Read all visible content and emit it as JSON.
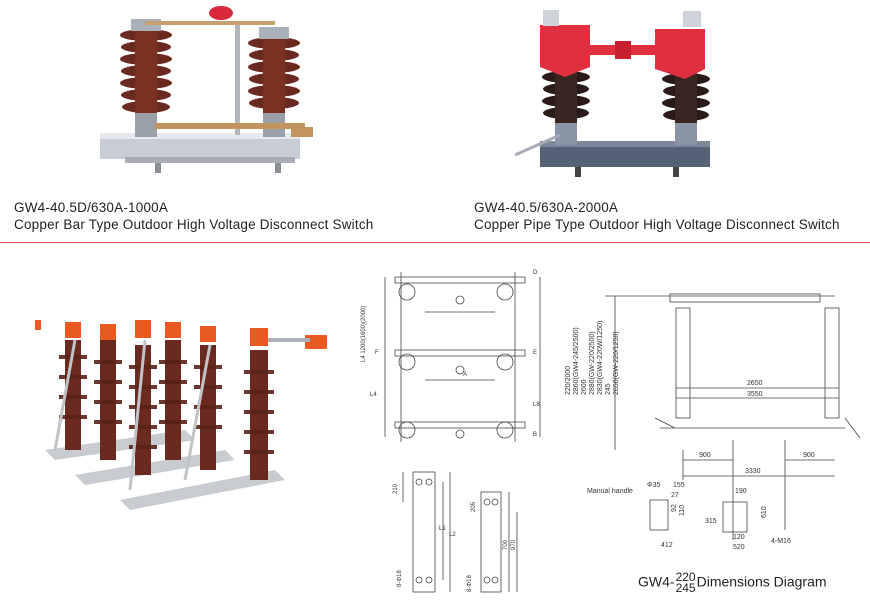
{
  "products": [
    {
      "model": "GW4-40.5D/630A-1000A",
      "description": "Copper Bar Type Outdoor High Voltage Disconnect Switch"
    },
    {
      "model": "GW4-40.5/630A-2000A",
      "description": "Copper Pipe Type Outdoor High Voltage Disconnect Switch"
    }
  ],
  "dimensions": {
    "prefix": "GW4-",
    "num_top": "220",
    "num_bottom": "245",
    "suffix": "Dimensions Diagram",
    "labels": {
      "d2650": "2650",
      "d3550": "3550",
      "d900a": "900",
      "d900b": "900",
      "d3330": "3330",
      "manual": "Manual handle",
      "phi35": "Φ35",
      "d155": "155",
      "d27": "27",
      "d110": "110",
      "d92": "92",
      "d412": "412",
      "d190": "190",
      "d315": "315",
      "d610": "610",
      "d120": "120",
      "d520": "520",
      "m16": "4-M16",
      "v1": "2860(GW4-245/2500)",
      "v2": "2880(GW-220/2500)",
      "v3": "2830(GW4-220W/1250)",
      "v4": "2650(GW-220/1250)",
      "v5": "220/2000",
      "v6": "2600",
      "v7": "245",
      "l4a": "L4 1200(1600)(2000)",
      "l4": "L4",
      "l8": "L8",
      "d210": "210",
      "l1": "L1",
      "l2": "L2",
      "phi18a": "8-Φ18",
      "d205": "205",
      "d700": "700",
      "d970": "970",
      "phi18b": "8-Φ18",
      "a": "A",
      "d": "D",
      "e": "E",
      "f": "F",
      "b": "B"
    }
  },
  "colors": {
    "porcelain_brown": "#6b2a20",
    "porcelain_dark": "#2a1a18",
    "cap_red": "#e03040",
    "orange": "#e85a20",
    "metal": "#b9bcc0",
    "divider": "#d9534f"
  }
}
